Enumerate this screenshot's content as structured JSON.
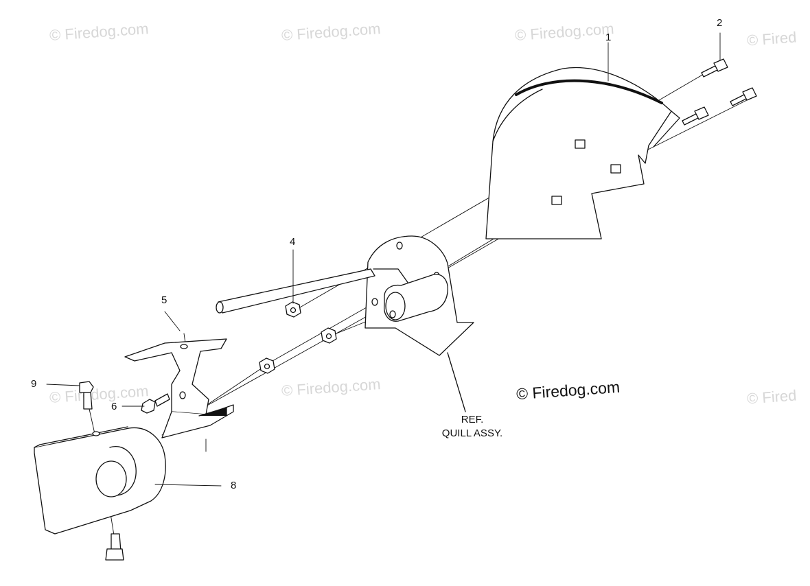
{
  "watermark": {
    "text": "© Firedog.com",
    "partial": "© Fired",
    "main": "© Firedog.com"
  },
  "callouts": {
    "c1": "1",
    "c2": "2",
    "c4": "4",
    "c5": "5",
    "c6": "6",
    "c8": "8",
    "c9": "9"
  },
  "reference": {
    "line1": "REF.",
    "line2": "QUILL ASSY."
  }
}
